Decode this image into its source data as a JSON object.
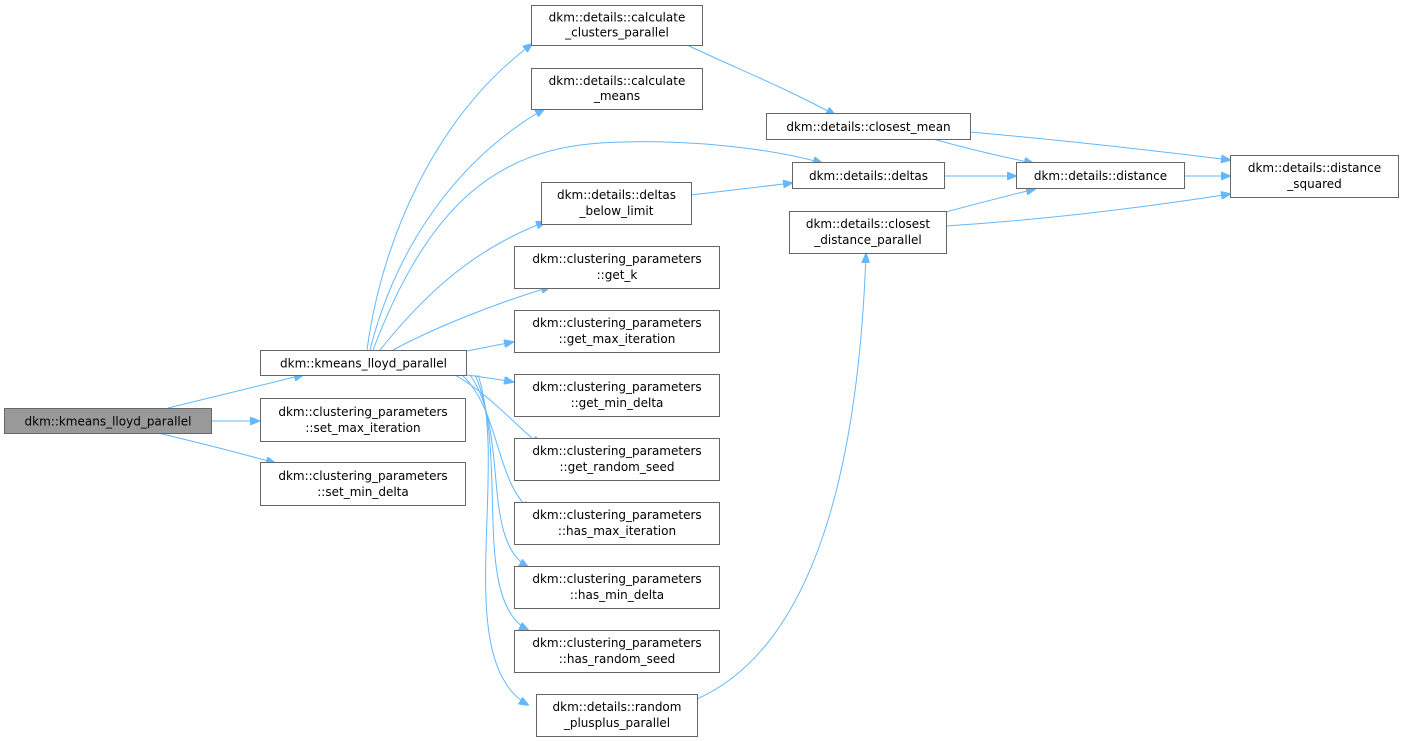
{
  "diagram": {
    "colors": {
      "edge": "#63b8ff",
      "node_border": "#666666",
      "node_fill": "#ffffff",
      "root_fill": "#999999"
    },
    "nodes": [
      {
        "id": "root",
        "lines": [
          "dkm::kmeans_lloyd_parallel"
        ],
        "root": true
      },
      {
        "id": "kmeans",
        "lines": [
          "dkm::kmeans_lloyd_parallel"
        ]
      },
      {
        "id": "set_max_iteration",
        "lines": [
          "dkm::clustering_parameters",
          "::set_max_iteration"
        ]
      },
      {
        "id": "set_min_delta",
        "lines": [
          "dkm::clustering_parameters",
          "::set_min_delta"
        ]
      },
      {
        "id": "calc_clusters",
        "lines": [
          "dkm::details::calculate",
          "_clusters_parallel"
        ]
      },
      {
        "id": "calc_means",
        "lines": [
          "dkm::details::calculate",
          "_means"
        ]
      },
      {
        "id": "deltas_below",
        "lines": [
          "dkm::details::deltas",
          "_below_limit"
        ]
      },
      {
        "id": "get_k",
        "lines": [
          "dkm::clustering_parameters",
          "::get_k"
        ]
      },
      {
        "id": "get_max_iteration",
        "lines": [
          "dkm::clustering_parameters",
          "::get_max_iteration"
        ]
      },
      {
        "id": "get_min_delta",
        "lines": [
          "dkm::clustering_parameters",
          "::get_min_delta"
        ]
      },
      {
        "id": "get_random_seed",
        "lines": [
          "dkm::clustering_parameters",
          "::get_random_seed"
        ]
      },
      {
        "id": "has_max_iteration",
        "lines": [
          "dkm::clustering_parameters",
          "::has_max_iteration"
        ]
      },
      {
        "id": "has_min_delta",
        "lines": [
          "dkm::clustering_parameters",
          "::has_min_delta"
        ]
      },
      {
        "id": "has_random_seed",
        "lines": [
          "dkm::clustering_parameters",
          "::has_random_seed"
        ]
      },
      {
        "id": "random_plusplus",
        "lines": [
          "dkm::details::random",
          "_plusplus_parallel"
        ]
      },
      {
        "id": "closest_mean",
        "lines": [
          "dkm::details::closest_mean"
        ]
      },
      {
        "id": "deltas",
        "lines": [
          "dkm::details::deltas"
        ]
      },
      {
        "id": "closest_distance",
        "lines": [
          "dkm::details::closest",
          "_distance_parallel"
        ]
      },
      {
        "id": "distance",
        "lines": [
          "dkm::details::distance"
        ]
      },
      {
        "id": "distance_squared",
        "lines": [
          "dkm::details::distance",
          "_squared"
        ]
      }
    ],
    "edges": [
      {
        "from": "root",
        "to": "kmeans"
      },
      {
        "from": "root",
        "to": "set_max_iteration"
      },
      {
        "from": "root",
        "to": "set_min_delta"
      },
      {
        "from": "kmeans",
        "to": "calc_clusters"
      },
      {
        "from": "kmeans",
        "to": "calc_means"
      },
      {
        "from": "kmeans",
        "to": "deltas"
      },
      {
        "from": "kmeans",
        "to": "deltas_below"
      },
      {
        "from": "kmeans",
        "to": "get_k"
      },
      {
        "from": "kmeans",
        "to": "get_max_iteration"
      },
      {
        "from": "kmeans",
        "to": "get_min_delta"
      },
      {
        "from": "kmeans",
        "to": "get_random_seed"
      },
      {
        "from": "kmeans",
        "to": "has_max_iteration"
      },
      {
        "from": "kmeans",
        "to": "has_min_delta"
      },
      {
        "from": "kmeans",
        "to": "has_random_seed"
      },
      {
        "from": "kmeans",
        "to": "random_plusplus"
      },
      {
        "from": "calc_clusters",
        "to": "closest_mean"
      },
      {
        "from": "closest_mean",
        "to": "distance"
      },
      {
        "from": "closest_mean",
        "to": "distance_squared"
      },
      {
        "from": "deltas",
        "to": "distance"
      },
      {
        "from": "deltas_below",
        "to": "deltas"
      },
      {
        "from": "distance",
        "to": "distance_squared"
      },
      {
        "from": "closest_distance",
        "to": "distance"
      },
      {
        "from": "closest_distance",
        "to": "distance_squared"
      },
      {
        "from": "random_plusplus",
        "to": "closest_distance"
      }
    ]
  }
}
